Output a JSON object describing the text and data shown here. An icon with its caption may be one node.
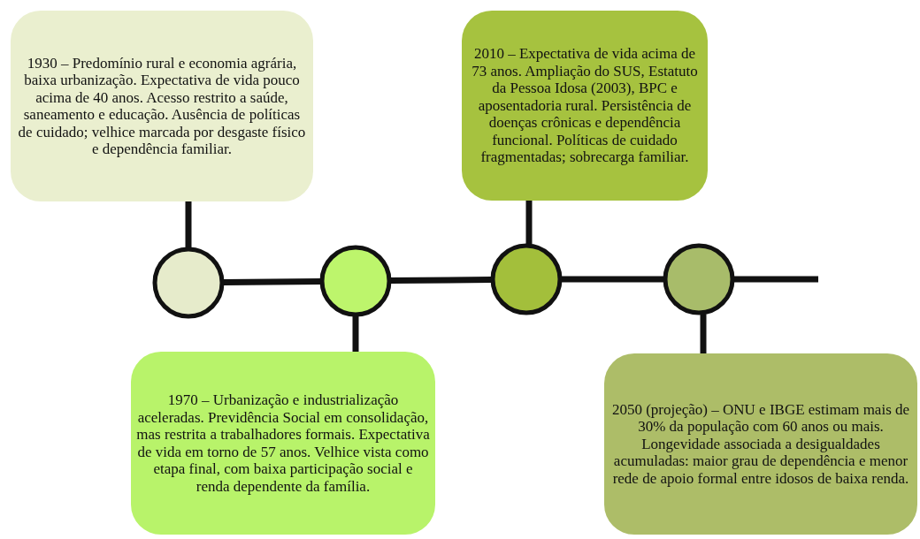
{
  "diagram": {
    "nodes": [
      {
        "text": [
          "1930 – Predomínio rural e economia agrária, baixa urbanização. Expectativa de vida pouco acima de 40 anos. Acesso restrito a saúde, saneamento e educação. Ausência de políticas de cuidado; velhice marcada por desgaste físico e dependência familiar."
        ]
      },
      {
        "text": [
          "2010 – Expectativa de vida acima de 73 anos. Ampliação do SUS, Estatuto da Pessoa Idosa (2003), BPC e aposentadoria rural. Persistência de doenças crônicas e dependência funcional. Políticas de cuidado fragmentadas; sobrecarga familiar."
        ]
      },
      {
        "text": [],
        "shape": "circle"
      },
      {
        "text": [],
        "shape": "circle"
      },
      {
        "text": [],
        "shape": "circle"
      },
      {
        "text": [],
        "shape": "circle"
      },
      {
        "text": [
          "1970 – Urbanização e industrialização aceleradas. Previdência Social em consolidação, mas restrita a trabalhadores formais. Expectativa de vida em torno de 57 anos. Velhice vista como etapa final, com baixa participação social e renda dependente da família."
        ]
      },
      {
        "text": [
          "2050 (projeção) – ONU e IBGE estimam mais de 30% da população com 60 anos ou mais. Longevidade associada a desigualdades acumuladas: maior grau de dependência e menor rede de apoio formal entre idosos de baixa renda."
        ]
      }
    ],
    "edges": [
      {
        "from": 0,
        "to": 2,
        "arrow": "none"
      },
      {
        "from": 1,
        "to": 4,
        "arrow": "none"
      },
      {
        "from": 2,
        "to": 3,
        "arrow": "none"
      },
      {
        "from": 3,
        "to": 4,
        "arrow": "none"
      },
      {
        "from": 4,
        "to": 5,
        "arrow": "none"
      },
      {
        "from": 5,
        "to": null,
        "arrow": "none"
      },
      {
        "from": 3,
        "to": 6,
        "arrow": "none"
      },
      {
        "from": 5,
        "to": 7,
        "arrow": "none"
      }
    ]
  }
}
